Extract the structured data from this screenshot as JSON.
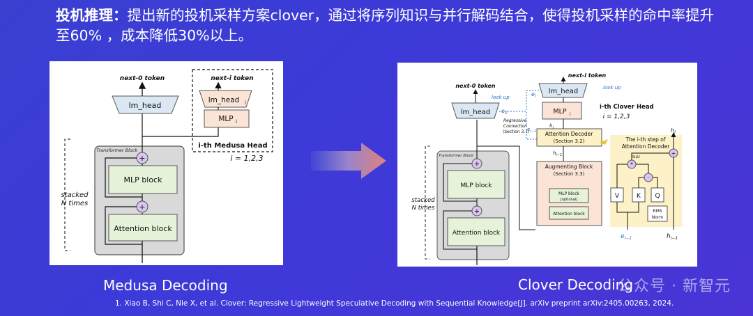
{
  "header": {
    "lead": "投机推理：",
    "text": "提出新的投机采样方案clover，通过将序列知识与并行解码结合，使得投机采样的命中率提升至60% ，成本降低30%以上。"
  },
  "left": {
    "caption": "Medusa Decoding",
    "next0": "next-0 token",
    "nexti": "next-i token",
    "lm_head": "lm_head",
    "lm_head_i": "lm_head",
    "sub_i": "i",
    "mlp": "MLP",
    "stacked": "stacked",
    "ntimes": "N times",
    "transformer": "Transformer Block",
    "mlp_block": "MLP block",
    "attn_block": "Attention block",
    "head": "i-th Medusa Head",
    "eq": "i = 1,2,3"
  },
  "right": {
    "caption": "Clover Decoding",
    "next0": "next-0 token",
    "nexti": "next-i token",
    "lookup1": "look up",
    "lookup2": "look up",
    "lm_head": "lm_head",
    "lm_head2": "lm_head",
    "mlp": "MLP",
    "sub_i": "i",
    "clover_head": "i-th Clover Head",
    "eq": "i = 1,2,3",
    "e0": "e",
    "e0sub": "0",
    "ei": "e",
    "eisub": "i",
    "eim1": "e",
    "eim1sub": "i−1",
    "regressive": "Regressive",
    "connection": "Connection",
    "section31": "(Section 3.1)",
    "attn_dec": "Attention Decoder",
    "section32": "(Section 3.2)",
    "aug": "Augmenting Block",
    "section33": "(Section 3.3)",
    "mlp_block_opt": "MLP block",
    "optional": "[optional]",
    "attn_block_small": "Attention block",
    "h_im1": "h",
    "h_im1sub": "i−1",
    "h_i": "h",
    "h_isub": "i",
    "step1": "The i-th step of",
    "step2": "Attention Decoder",
    "silu": "SiLU",
    "v": "V",
    "k": "K",
    "q": "Q",
    "rms1": "RMS",
    "rms2": "Norm",
    "e_bottom": "e",
    "e_bottomsub": "i−1",
    "h_bottom": "h",
    "h_bottomsub": "i−1",
    "h_top": "h",
    "h_topsub": "i",
    "transformer": "Transformer Block",
    "mlp_block": "MLP block",
    "attn_block": "Attention block",
    "stacked": "stacked",
    "ntimes": "N times"
  },
  "footnote": "1. Xiao B, Shi C, Nie X, et al. Clover: Regressive Lightweight Speculative Decoding with Sequential Knowledge[J]. arXiv preprint arXiv:2405.00263, 2024.",
  "watermark": "公众号 · 新智元",
  "colors": {
    "bg": "#3b3bd6",
    "mlp_green": "#e6f2d9",
    "lm_blue": "#dbe7f3",
    "mlp_pink": "#fbe4d6",
    "gray": "#d9d9d9",
    "yellow": "#fdf1c7",
    "plus": "#d9c7f2"
  }
}
